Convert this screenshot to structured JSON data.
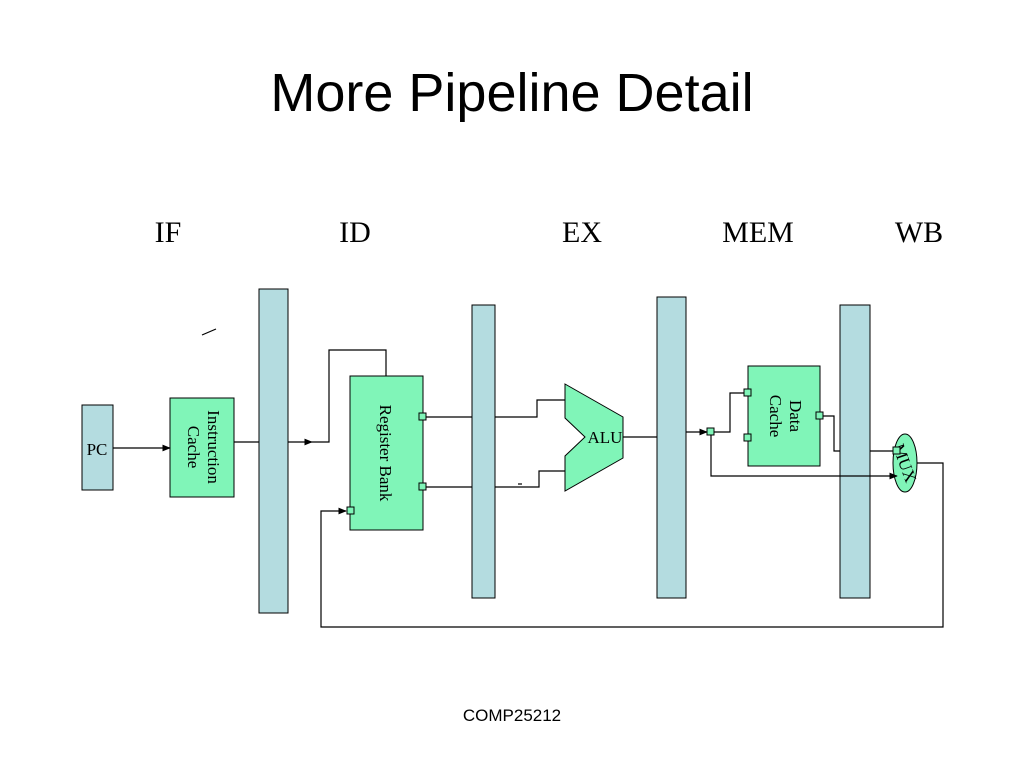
{
  "title": "More Pipeline Detail",
  "stages": [
    "IF",
    "ID",
    "EX",
    "MEM",
    "WB"
  ],
  "blocks": {
    "pc": "PC",
    "icache_line1": "Instruction",
    "icache_line2": "Cache",
    "regbank": "Register Bank",
    "alu": "ALU",
    "dcache_line1": "Data",
    "dcache_line2": "Cache",
    "mux": "MUX"
  },
  "colors": {
    "latch": "#b4dce0",
    "unit": "#80f5b8"
  },
  "footer": "COMP25212"
}
